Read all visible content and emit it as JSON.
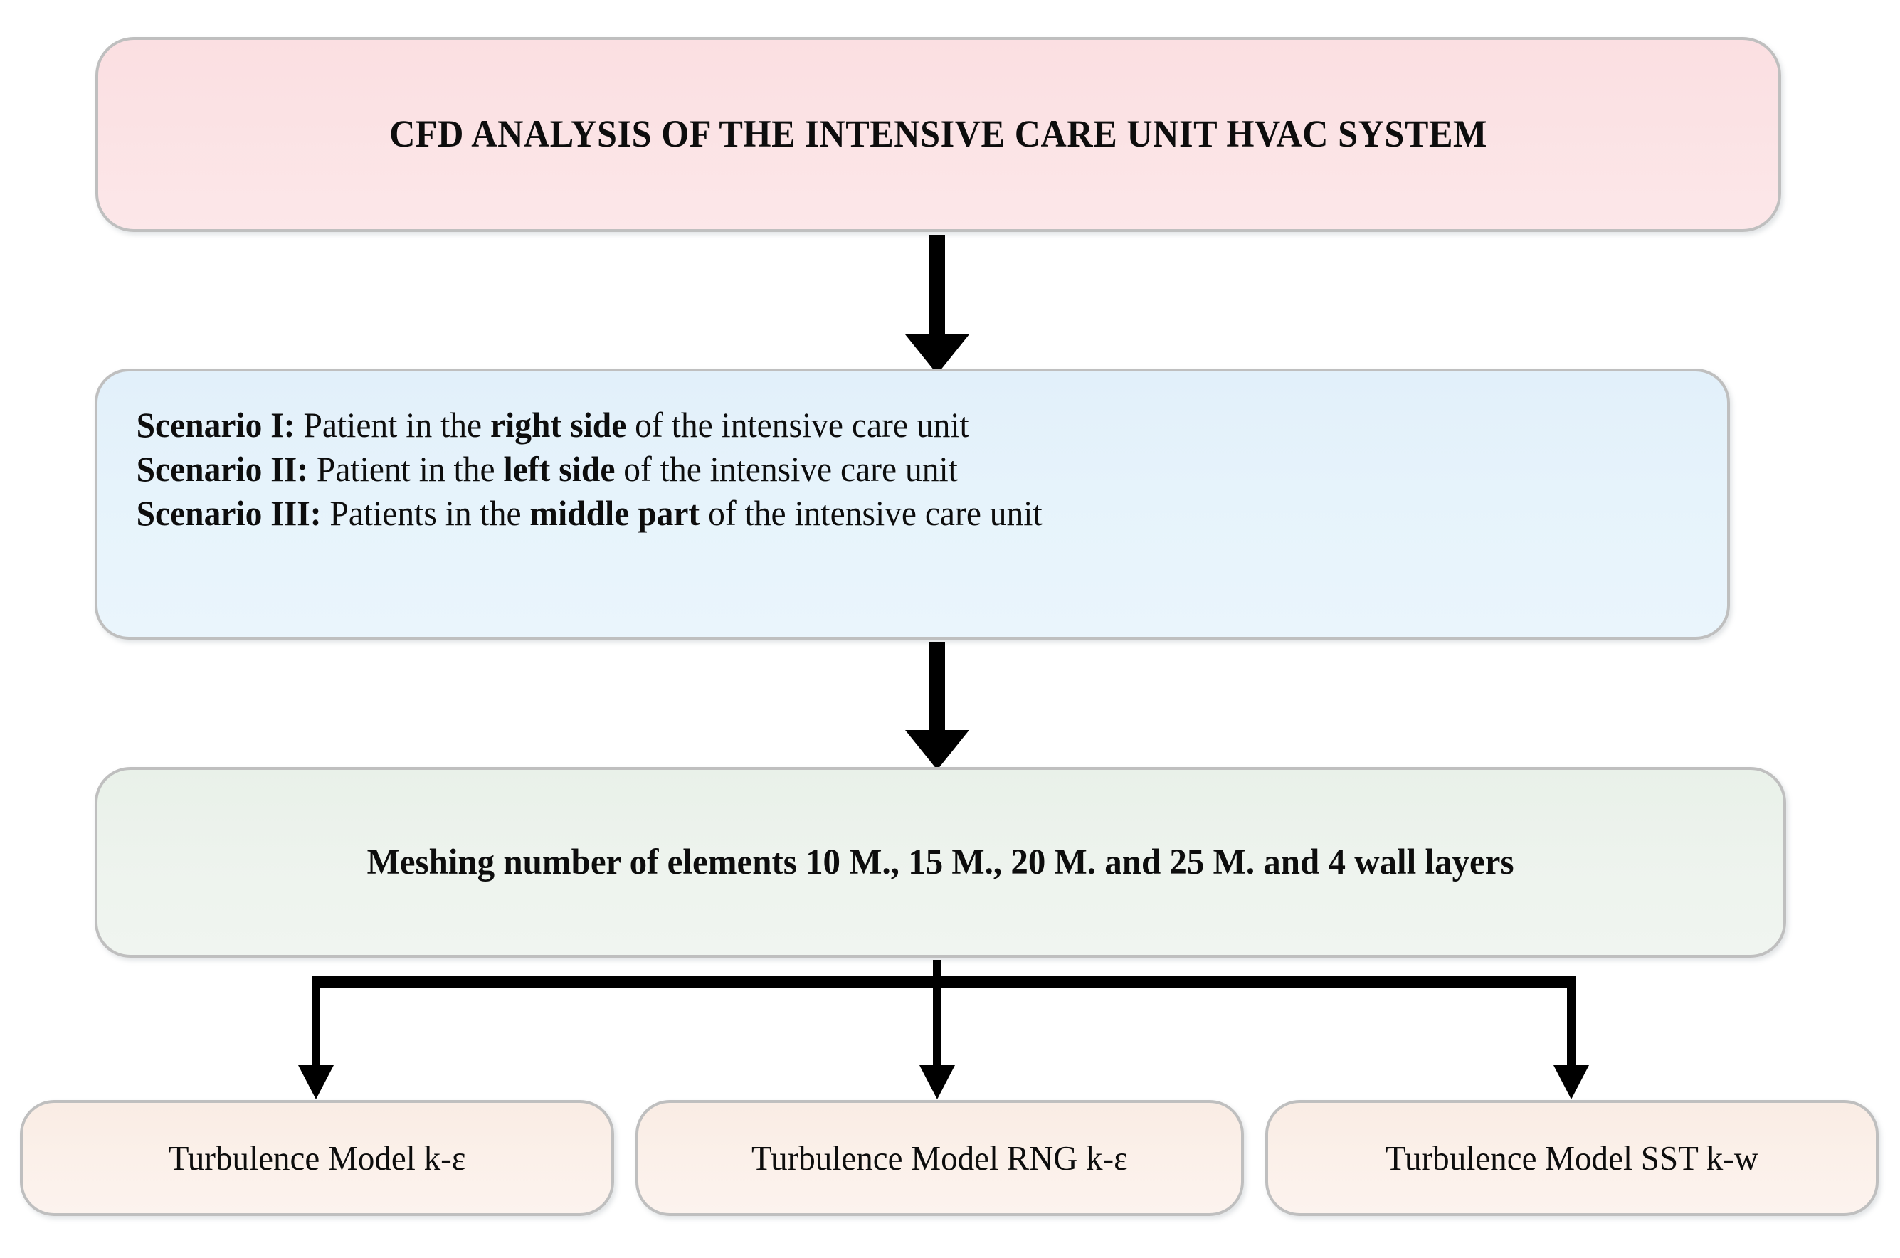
{
  "diagram": {
    "title_node": {
      "label": "CFD ANALYSIS OF THE INTENSIVE CARE UNIT HVAC SYSTEM",
      "fill": "#fbe0e3",
      "border": "#bfbfbf"
    },
    "scenario_node": {
      "fill": "#e6f2fb",
      "border": "#bfbfbf",
      "lines": [
        {
          "prefix": "Scenario I:",
          "mid": " Patient in the ",
          "emphasis": "right side",
          "suffix": " of the intensive care unit"
        },
        {
          "prefix": "Scenario II:",
          "mid": " Patient in the ",
          "emphasis": "left side",
          "suffix": " of the intensive care unit"
        },
        {
          "prefix": "Scenario III:",
          "mid": " Patients in the ",
          "emphasis": "middle part",
          "suffix": " of the intensive care unit"
        }
      ]
    },
    "meshing_node": {
      "label": "Meshing number of elements 10 M., 15 M., 20 M. and 25 M. and 4 wall layers",
      "fill": "#edf3ed",
      "border": "#bfbfbf"
    },
    "model_nodes": [
      {
        "label": "Turbulence Model k-ε",
        "fill": "#faefe8",
        "border": "#bfbfbf"
      },
      {
        "label": "Turbulence Model RNG k-ε",
        "fill": "#faefe8",
        "border": "#bfbfbf"
      },
      {
        "label": "Turbulence Model SST k-w",
        "fill": "#faefe8",
        "border": "#bfbfbf"
      }
    ],
    "connectors": [
      {
        "name": "title-to-scenario",
        "kind": "down-arrow"
      },
      {
        "name": "scenario-to-meshing",
        "kind": "down-arrow"
      },
      {
        "name": "meshing-to-models",
        "kind": "branch-3"
      }
    ],
    "colors": {
      "arrow": "#000000",
      "text": "#0d0d0d",
      "background": "#ffffff"
    }
  }
}
